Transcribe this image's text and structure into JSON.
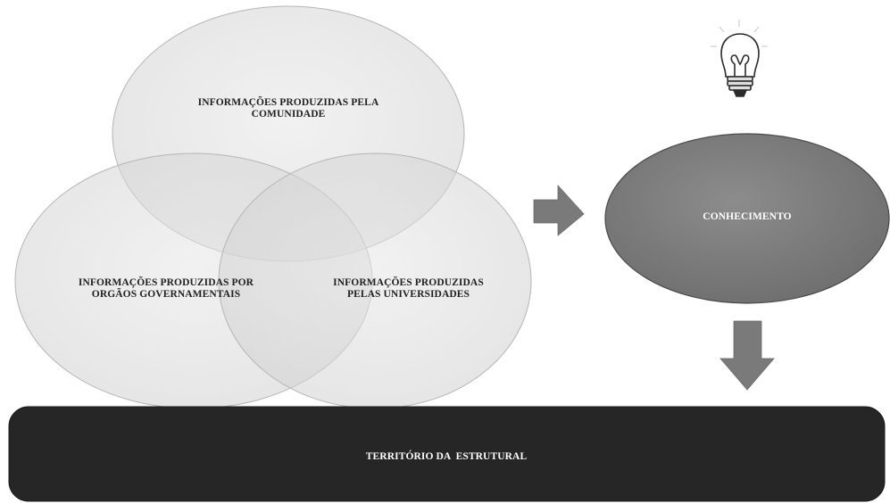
{
  "venn": {
    "community": {
      "line1": "INFORMAÇÕES PRODUZIDAS PELA",
      "line2": "COMUNIDADE"
    },
    "government": {
      "line1": "INFORMAÇÕES PRODUZIDAS POR",
      "line2": "ORGÃOS GOVERNAMENTAIS"
    },
    "universities": {
      "line1": "INFORMAÇÕES PRODUZIDAS",
      "line2": "PELAS UNIVERSIDADES"
    }
  },
  "knowledge": {
    "label": "CONHECIMENTO",
    "icon": "lightbulb-icon"
  },
  "territory": {
    "label": "TERRITÓRIO DA  ESTRUTURAL"
  },
  "arrows": {
    "right": "arrow-right-icon",
    "down": "arrow-down-icon"
  },
  "colors": {
    "circle_fill": "#d9d9d9",
    "circle_stroke": "#bdbdbd",
    "knowledge_fill": "#7f7f7f",
    "arrow_fill": "#7a7a7a",
    "territory_fill": "#262626"
  }
}
